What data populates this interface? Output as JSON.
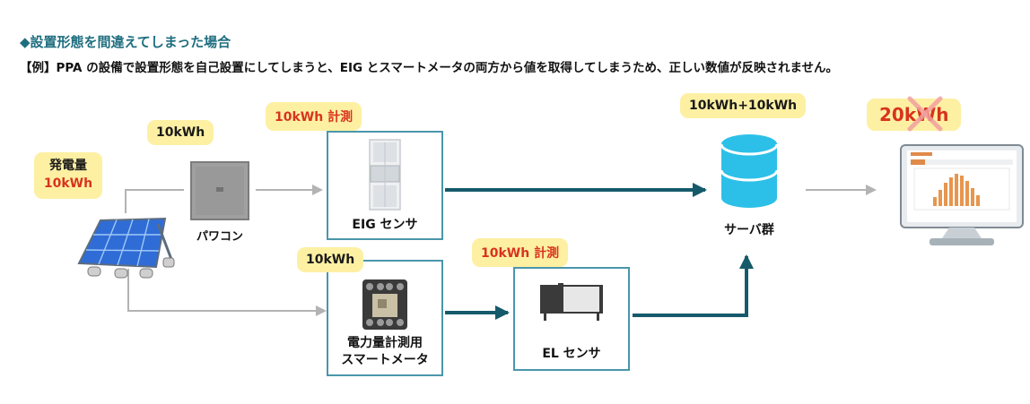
{
  "heading": "◆設置形態を間違えてしまった場合",
  "subtitle": "【例】PPA の設備で設置形態を自己設置にしてしまうと、EIG とスマートメータの両方から値を取得してしまうため、正しい数値が反映されません。",
  "solar": {
    "bubble_line1": "発電量",
    "bubble_line2": "10kWh"
  },
  "pcs": {
    "bubble": "10kWh",
    "label": "パワコン"
  },
  "eig": {
    "bubble": "10kWh 計測",
    "label": "EIG センサ"
  },
  "smartmeter": {
    "bubble": "10kWh",
    "label_line1": "電力量計測用",
    "label_line2": "スマートメータ"
  },
  "el": {
    "bubble": "10kWh 計測",
    "label": "EL センサ"
  },
  "server": {
    "bubble": "10kWh+10kWh",
    "label": "サーバ群"
  },
  "monitor": {
    "bubble": "20kWh"
  },
  "colors": {
    "bubble_bg": "#fdf0a3",
    "accent_red": "#d9331e",
    "box_border": "#4a96ab",
    "flow_dark": "#155a6b",
    "flow_gray": "#b3b3b3",
    "server_blue": "#2cc0e8"
  }
}
